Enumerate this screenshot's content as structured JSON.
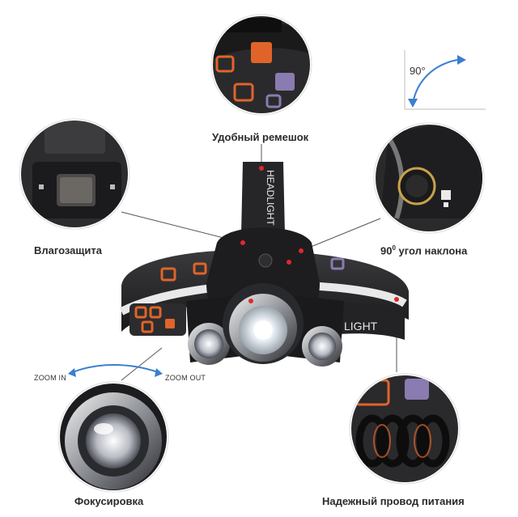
{
  "captions": {
    "strap": "Удобный ремешок",
    "water": "Влагозащита",
    "tilt_num": "90",
    "tilt_sup": "0",
    "tilt_rest": " угол наклона",
    "focus": "Фокусировка",
    "cable": "Надежный провод питания"
  },
  "angle_label": "90°",
  "zoom": {
    "in": "ZOOM IN",
    "out": "ZOOM OUT"
  },
  "headband_text": "HEADLIGHT",
  "colors": {
    "accent_red": "#e0282e",
    "arrow_blue": "#3a7fd0",
    "strap_orange": "#e0642a",
    "strap_purple": "#8a7bb0",
    "metal_dark": "#1d1d1f"
  }
}
